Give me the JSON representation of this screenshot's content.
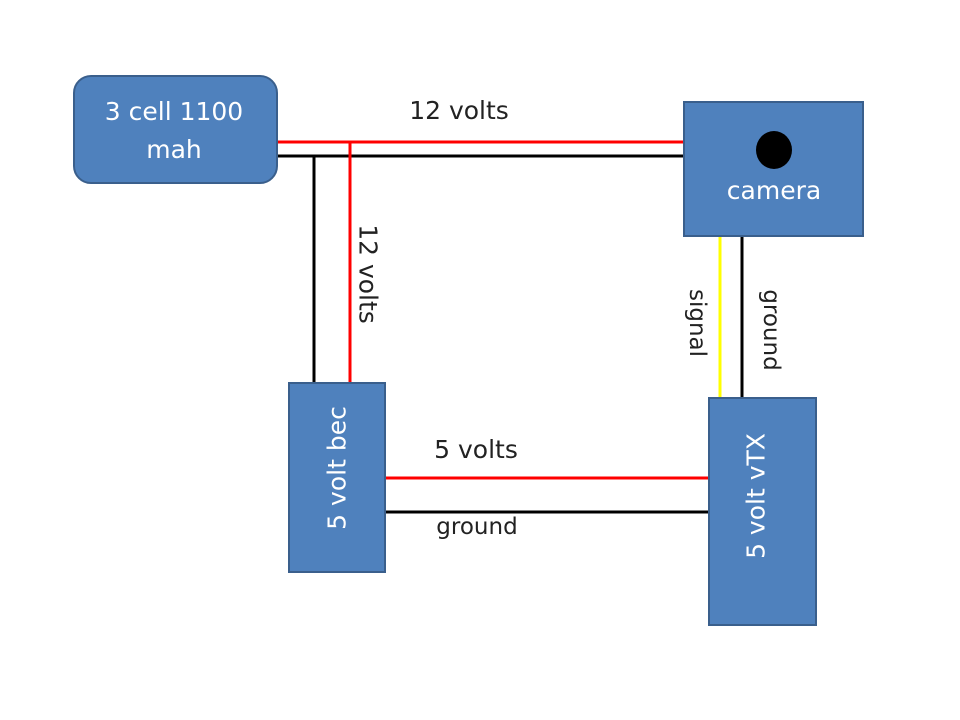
{
  "colors": {
    "box_fill": "#4f81bd",
    "box_stroke": "#3a5f8c",
    "power_wire": "#ff0000",
    "ground_wire": "#000000",
    "signal_wire": "#ffff00",
    "lens": "#000000"
  },
  "components": {
    "battery": {
      "line1": "3 cell 1100",
      "line2": "mah"
    },
    "camera": {
      "label": "camera",
      "icon": "lens-icon"
    },
    "bec": {
      "label": "5 volt bec"
    },
    "vtx": {
      "label": "5 volt vTX"
    }
  },
  "wire_labels": {
    "battery_to_camera": "12 volts",
    "battery_to_bec": "12 volts",
    "bec_to_vtx_power": "5 volts",
    "bec_to_vtx_ground": "ground",
    "camera_to_vtx_signal": "signal",
    "camera_to_vtx_ground": "ground"
  }
}
